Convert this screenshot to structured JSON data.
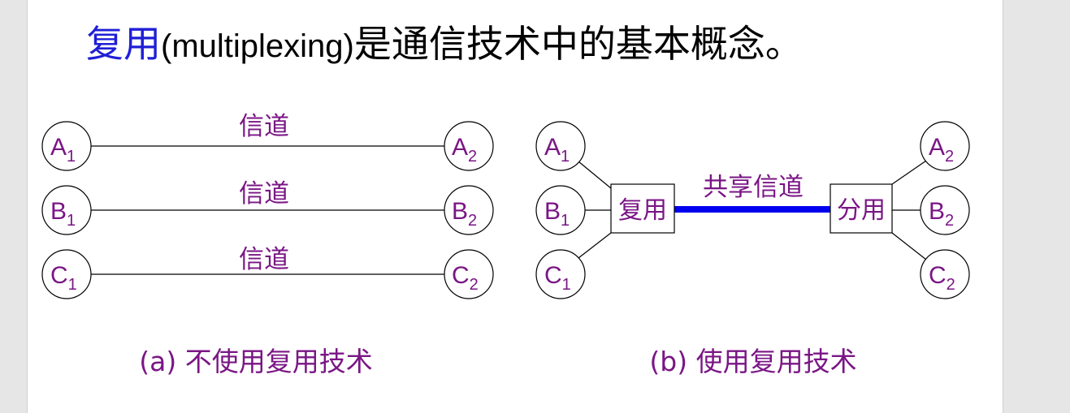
{
  "title": {
    "highlight": "复用",
    "latin": "(multiplexing)",
    "rest": "是通信技术中的基本概念。"
  },
  "colors": {
    "highlight": "#1f1fd6",
    "label": "#7a1685",
    "shared_line": "#0000ee"
  },
  "diagram_a": {
    "caption": "(a) 不使用复用技术",
    "channel_labels": [
      "信道",
      "信道",
      "信道"
    ],
    "left_nodes": [
      {
        "letter": "A",
        "sub": "1"
      },
      {
        "letter": "B",
        "sub": "1"
      },
      {
        "letter": "C",
        "sub": "1"
      }
    ],
    "right_nodes": [
      {
        "letter": "A",
        "sub": "2"
      },
      {
        "letter": "B",
        "sub": "2"
      },
      {
        "letter": "C",
        "sub": "2"
      }
    ]
  },
  "diagram_b": {
    "caption": "(b) 使用复用技术",
    "mux_label": "复用",
    "demux_label": "分用",
    "shared_label": "共享信道",
    "left_nodes": [
      {
        "letter": "A",
        "sub": "1"
      },
      {
        "letter": "B",
        "sub": "1"
      },
      {
        "letter": "C",
        "sub": "1"
      }
    ],
    "right_nodes": [
      {
        "letter": "A",
        "sub": "2"
      },
      {
        "letter": "B",
        "sub": "2"
      },
      {
        "letter": "C",
        "sub": "2"
      }
    ]
  }
}
